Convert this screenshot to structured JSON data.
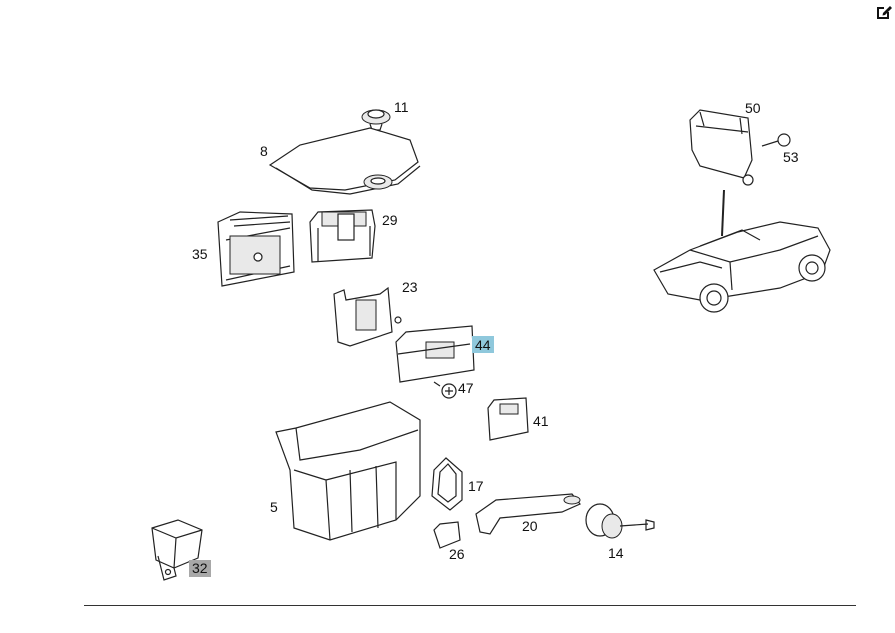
{
  "edit_icon": "pencil-square-icon",
  "highlight_colors": {
    "selected": "#8fc8dc",
    "secondary": "#a8a8a8"
  },
  "parts": [
    {
      "id": "11",
      "label": "11"
    },
    {
      "id": "8",
      "label": "8"
    },
    {
      "id": "50",
      "label": "50"
    },
    {
      "id": "53",
      "label": "53"
    },
    {
      "id": "29",
      "label": "29"
    },
    {
      "id": "35",
      "label": "35"
    },
    {
      "id": "23",
      "label": "23"
    },
    {
      "id": "44",
      "label": "44",
      "highlight": "selected"
    },
    {
      "id": "47",
      "label": "47"
    },
    {
      "id": "41",
      "label": "41"
    },
    {
      "id": "17",
      "label": "17"
    },
    {
      "id": "5",
      "label": "5"
    },
    {
      "id": "20",
      "label": "20"
    },
    {
      "id": "26",
      "label": "26"
    },
    {
      "id": "14",
      "label": "14"
    },
    {
      "id": "32",
      "label": "32",
      "highlight": "secondary"
    }
  ]
}
